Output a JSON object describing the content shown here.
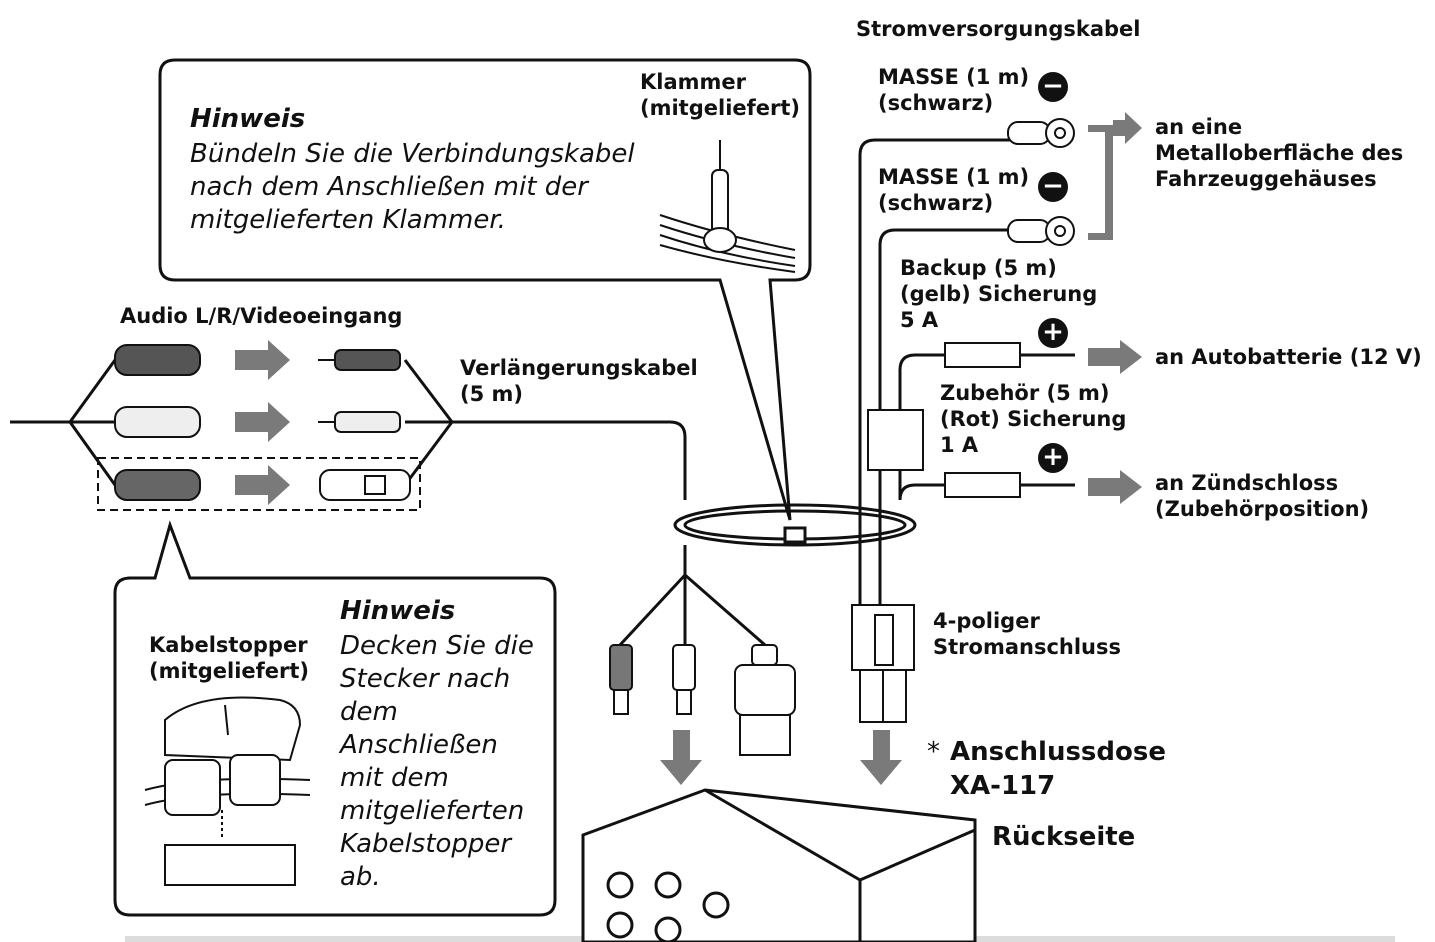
{
  "labels": {
    "power_cable": "Stromversorgungskabel",
    "ground1": "MASSE (1 m)\n(schwarz)",
    "ground2": "MASSE (1 m)\n(schwarz)",
    "metal_surface": "an eine\nMetalloberfläche des\nFahrzeuggehäuses",
    "backup": "Backup (5 m)\n(gelb) Sicherung\n5 A",
    "car_battery": "an Autobatterie (12 V)",
    "accessory": "Zubehör (5 m)\n(Rot) Sicherung\n1 A",
    "ignition": "an Zündschloss\n(Zubehörposition)",
    "clamp": "Klammer\n(mitgeliefert)",
    "audio_input": "Audio L/R/Videoeingang",
    "extension_cable": "Verlängerungskabel\n(5 m)",
    "connector_4pin": "4-poliger\nStromanschluss",
    "junction_box_mark": "*",
    "junction_box": "Anschlussdose\nXA-117",
    "rear": "Rückseite",
    "cable_stopper": "Kabelstopper\n(mitgeliefert)"
  },
  "notes": {
    "note1_title": "Hinweis",
    "note1_text": "Bündeln Sie die Verbindungskabel\nnach dem Anschließen mit der\nmitgelieferten Klammer.",
    "note2_title": "Hinweis",
    "note2_text": "Decken Sie die\nStecker nach\ndem\nAnschließen\nmit dem\nmitgelieferten\nKabelstopper\nab."
  },
  "symbols": {
    "minus": "−",
    "plus": "+"
  },
  "colors": {
    "line": "#111111",
    "arrow": "#7a7a7a",
    "bottom_bar": "#dcdcdc"
  }
}
